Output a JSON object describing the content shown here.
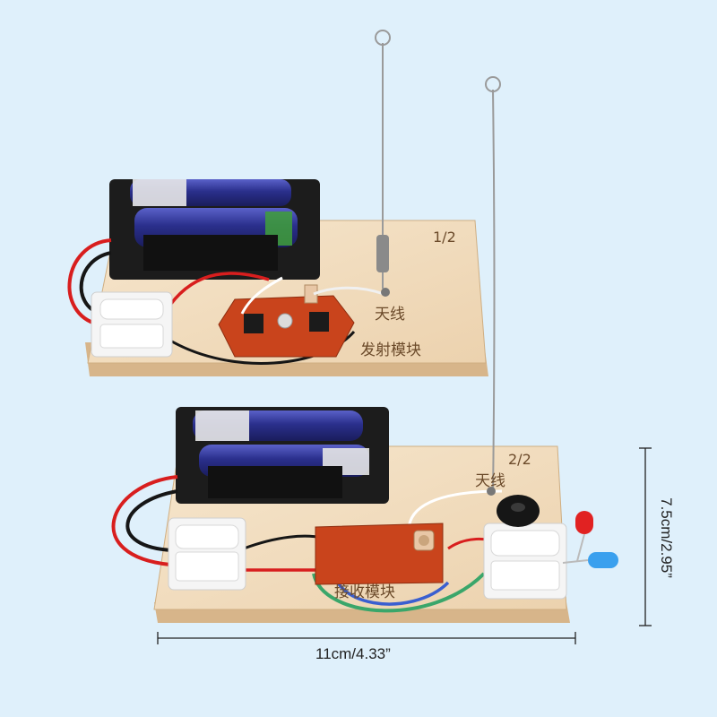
{
  "transmitter": {
    "board_label": "1/2",
    "antenna_label": "天线",
    "module_label": "发射模块"
  },
  "receiver": {
    "board_label": "2/2",
    "antenna_label": "天线",
    "module_label": "接收模块"
  },
  "dimensions": {
    "width": "11cm/4.33”",
    "height": "7.5cm/2.95”"
  },
  "colors": {
    "background": "#dff0fb",
    "wood": "#f3dfc3",
    "battery_blue": "#2a2f8c",
    "pcb": "#c9441c"
  }
}
